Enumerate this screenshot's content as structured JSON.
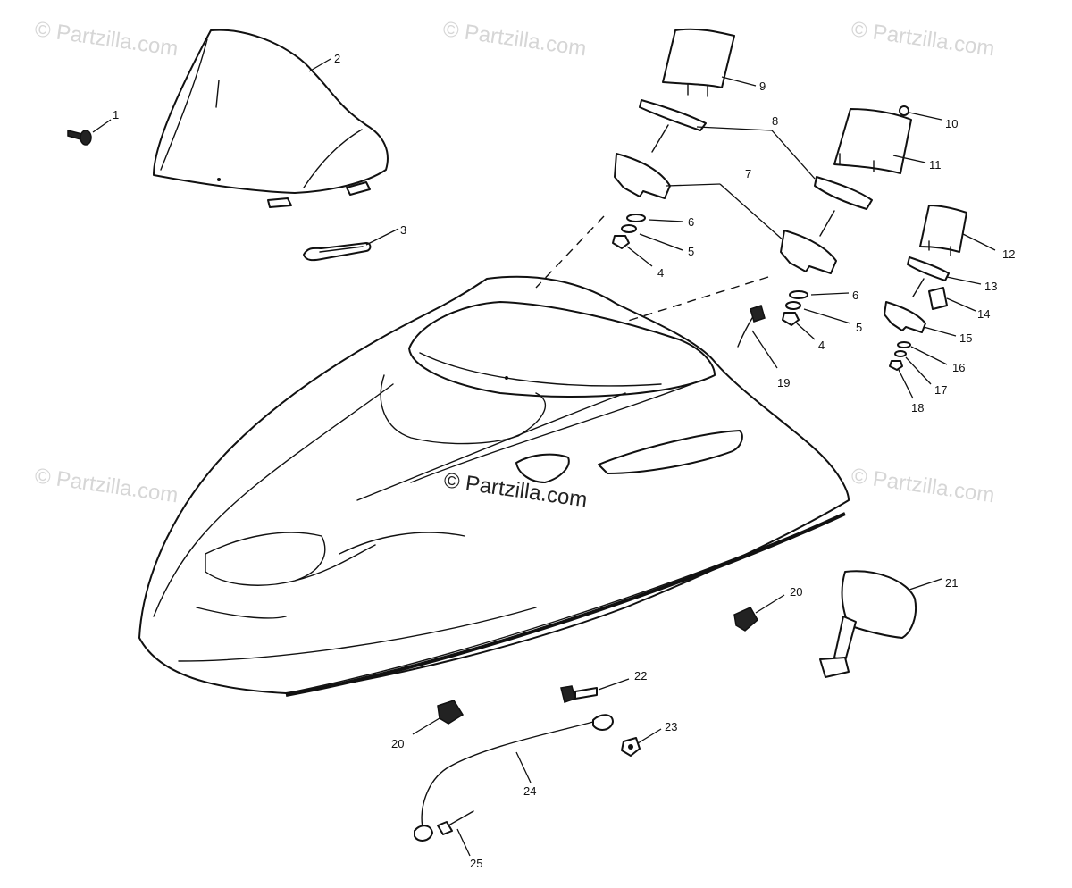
{
  "watermarks": [
    "© Partzilla.com",
    "© Partzilla.com",
    "© Partzilla.com",
    "© Partzilla.com",
    "© Partzilla.com",
    "© Partzilla.com"
  ],
  "callouts": {
    "c1": "1",
    "c2": "2",
    "c3": "3",
    "c4a": "4",
    "c5a": "5",
    "c6a": "6",
    "c7": "7",
    "c8": "8",
    "c9": "9",
    "c10": "10",
    "c11": "11",
    "c12": "12",
    "c13": "13",
    "c6b": "6",
    "c5b": "5",
    "c4b": "4",
    "c14": "14",
    "c15": "15",
    "c16": "16",
    "c17": "17",
    "c18": "18",
    "c19": "19",
    "c20a": "20",
    "c21": "21",
    "c20b": "20",
    "c22": "22",
    "c23": "23",
    "c24": "24",
    "c25": "25"
  }
}
